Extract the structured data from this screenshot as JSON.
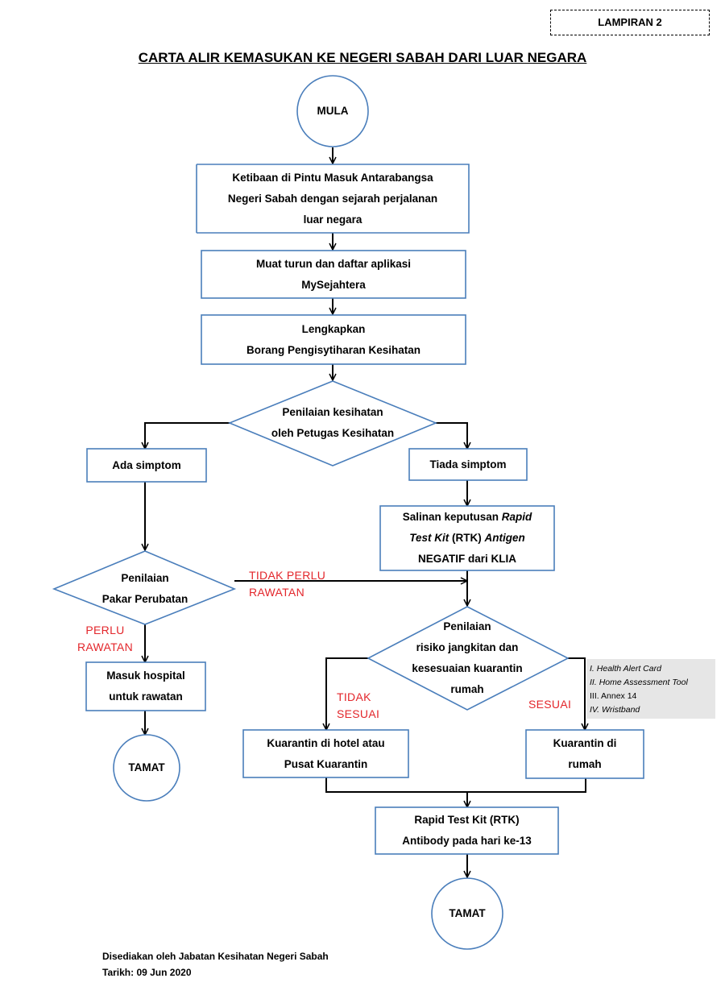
{
  "lampiran": "LAMPIRAN 2",
  "title": "CARTA ALIR KEMASUKAN KE NEGERI SABAH DARI LUAR NEGARA",
  "nodes": {
    "mula": "MULA",
    "ketibaan": [
      "Ketibaan di Pintu Masuk Antarabangsa",
      "Negeri Sabah dengan sejarah perjalanan",
      "luar negara"
    ],
    "muat_turun": [
      "Muat turun dan daftar aplikasi",
      "MySejahtera"
    ],
    "lengkapkan": [
      "Lengkapkan",
      "Borang Pengisytiharan Kesihatan"
    ],
    "penilaian_kesihatan": [
      "Penilaian kesihatan",
      "oleh Petugas Kesihatan"
    ],
    "ada_simptom": "Ada simptom",
    "tiada_simptom": "Tiada simptom",
    "salinan": {
      "line1_prefix": "Salinan keputusan ",
      "line1_italic": "Rapid",
      "line2_italic_a": "Test Kit",
      "line2_middle": " (RTK) ",
      "line2_italic_b": "Antigen",
      "line3": "NEGATIF dari KLIA"
    },
    "penilaian_pakar": [
      "Penilaian",
      "Pakar Perubatan"
    ],
    "penilaian_risiko": [
      "Penilaian",
      "risiko jangkitan dan",
      "kesesuaian kuarantin",
      "rumah"
    ],
    "masuk_hospital": [
      "Masuk hospital",
      "untuk rawatan"
    ],
    "tamat_left": "TAMAT",
    "kuarantin_hotel": [
      "Kuarantin di hotel atau",
      "Pusat Kuarantin"
    ],
    "kuarantin_rumah": [
      "Kuarantin di",
      "rumah"
    ],
    "rtk_antibody": [
      "Rapid Test Kit (RTK)",
      "Antibody pada hari ke-13"
    ],
    "tamat_bottom": "TAMAT"
  },
  "edge_labels": {
    "tidak_perlu_rawatan": [
      "TIDAK PERLU",
      "RAWATAN"
    ],
    "perlu_rawatan": [
      "PERLU",
      "RAWATAN"
    ],
    "tidak_sesuai": [
      "TIDAK",
      "SESUAI"
    ],
    "sesuai": "SESUAI"
  },
  "home_quarantine_items": [
    {
      "num": "I.",
      "text": "Health Alert Card"
    },
    {
      "num": "II.",
      "text": "Home Assessment Tool"
    },
    {
      "num": "III.",
      "text": "Annex 14"
    },
    {
      "num": "IV.",
      "text": "Wristband"
    }
  ],
  "footer": {
    "prepared_by": "Disediakan oleh Jabatan Kesihatan Negeri Sabah",
    "date": "Tarikh: 09 Jun 2020"
  },
  "colors": {
    "shape_border": "#4a7ebb",
    "label_red": "#e3262b",
    "note_bg": "#e6e6e6"
  }
}
